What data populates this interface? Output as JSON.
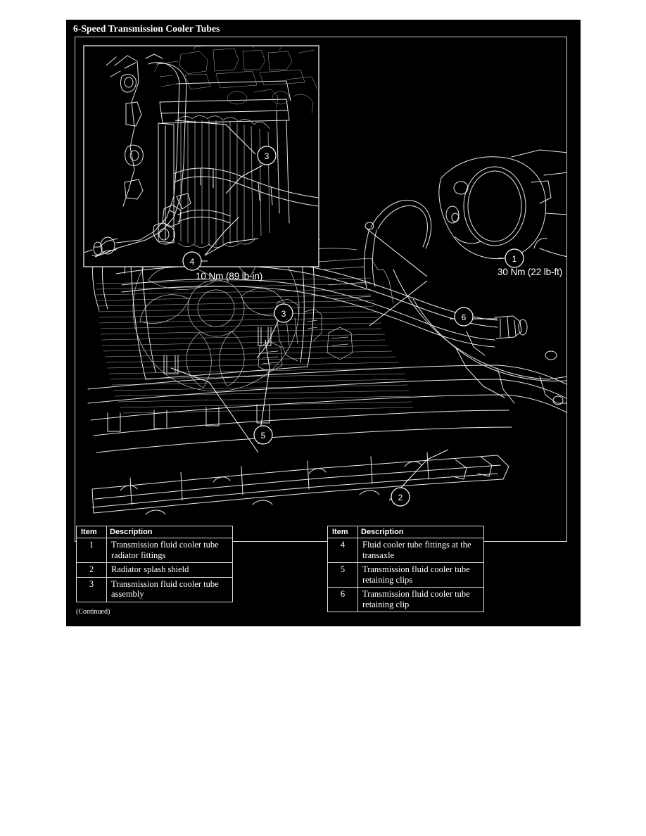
{
  "page": {
    "background_color": "#ffffff",
    "panel_color": "#000000",
    "line_color": "#e8e8e8"
  },
  "section": {
    "title": "6-Speed Transmission Cooler Tubes"
  },
  "illustration": {
    "figure_id": "N0043052",
    "inset_label": "detail-view-radiator-cooler-tubes",
    "torque_specs": [
      {
        "id": "torque-4",
        "callout": "4",
        "text": "10 Nm (89 lb-in)"
      },
      {
        "id": "torque-1",
        "callout": "1",
        "text": "30 Nm (22 lb-ft)"
      }
    ],
    "callouts": [
      {
        "id": "inset-callout-3",
        "label": "3"
      },
      {
        "id": "inset-callout-4",
        "label": "4"
      },
      {
        "id": "main-callout-1",
        "label": "1"
      },
      {
        "id": "main-callout-2",
        "label": "2"
      },
      {
        "id": "main-callout-3",
        "label": "3"
      },
      {
        "id": "main-callout-5",
        "label": "5"
      },
      {
        "id": "main-callout-6",
        "label": "6"
      }
    ]
  },
  "tables": {
    "left": {
      "headers": {
        "item": "Item",
        "description": "Description"
      },
      "rows": [
        {
          "item": "1",
          "description": "Transmission fluid cooler tube radiator fittings"
        },
        {
          "item": "2",
          "description": "Radiator splash shield"
        },
        {
          "item": "3",
          "description": "Transmission fluid cooler tube assembly"
        }
      ]
    },
    "right": {
      "headers": {
        "item": "Item",
        "description": "Description"
      },
      "rows": [
        {
          "item": "4",
          "description": "Fluid cooler tube fittings at the transaxle"
        },
        {
          "item": "5",
          "description": "Transmission fluid cooler tube retaining clips"
        },
        {
          "item": "6",
          "description": "Transmission fluid cooler tube retaining clip"
        }
      ]
    },
    "continued_note": "(Continued)"
  }
}
